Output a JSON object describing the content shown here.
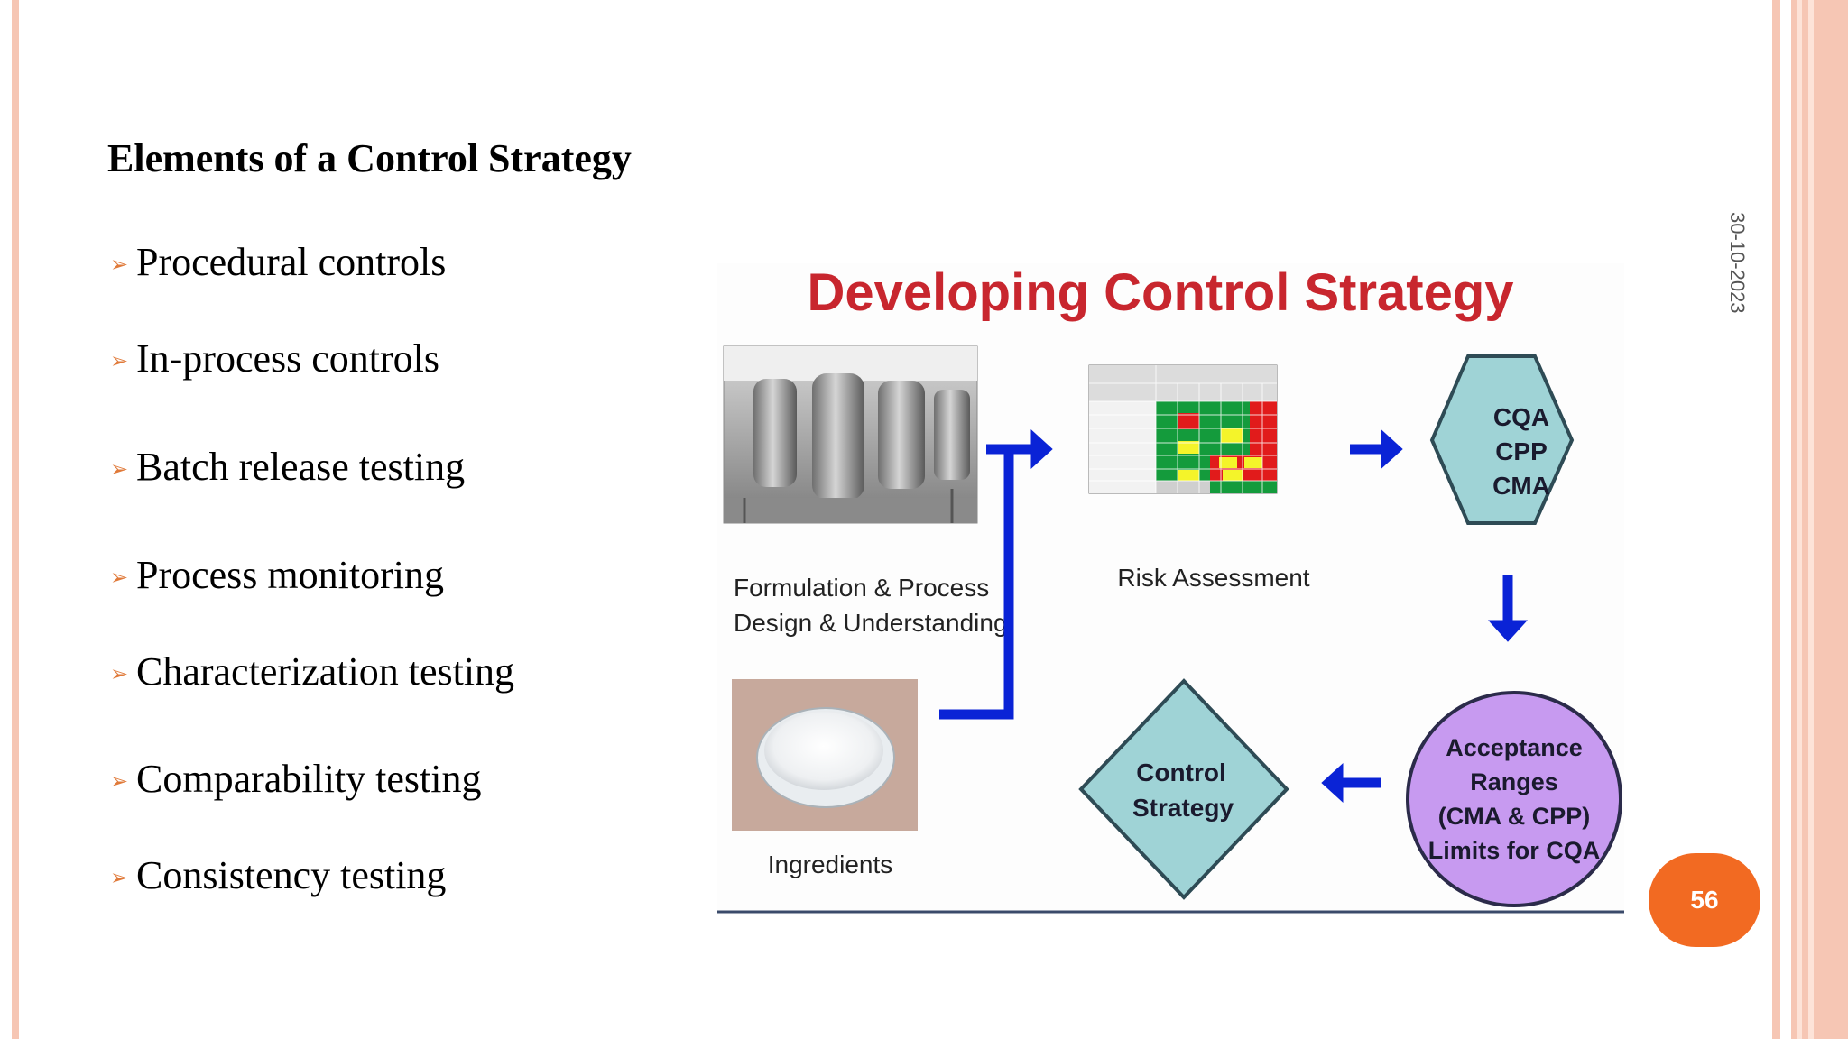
{
  "slide": {
    "title": "Elements of a Control Strategy",
    "bullets": [
      "Procedural controls",
      "In-process controls",
      "Batch release testing",
      "Process monitoring",
      "Characterization testing",
      "Comparability testing",
      "Consistency testing"
    ],
    "date": "30-10-2023",
    "page_number": "56"
  },
  "figure": {
    "title": "Developing Control Strategy",
    "caption_formulation_line1": "Formulation & Process",
    "caption_formulation_line2": "Design & Understanding",
    "caption_ingredients": "Ingredients",
    "caption_risk": "Risk Assessment",
    "hexagon_lines": [
      "CQA",
      "CPP",
      "CMA"
    ],
    "circle_lines": [
      "Acceptance",
      "Ranges",
      "(CMA & CPP)",
      "Limits for CQA"
    ],
    "diamond_lines": [
      "Control",
      "Strategy"
    ]
  },
  "colors": {
    "accent_orange": "#f26a22",
    "border_peach": "#f6c6b4",
    "figure_title_red": "#c8262e",
    "arrow_blue": "#0a23d6",
    "shape_teal": "#9fd3d6",
    "circle_purple": "#c79af0"
  }
}
